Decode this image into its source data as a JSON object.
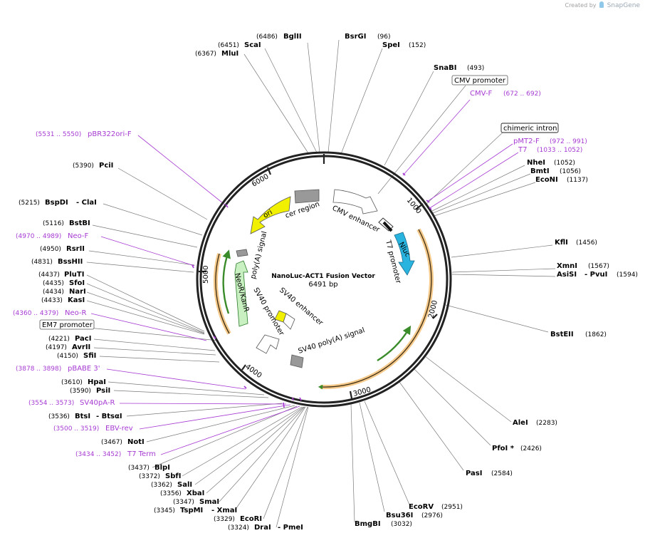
{
  "credit": {
    "prefix": "Created by",
    "brand": "SnapGene"
  },
  "plasmid": {
    "name": "NanoLuc-ACT1 Fusion Vector",
    "length_label": "6491 bp"
  },
  "ticks": [
    "1000",
    "2000",
    "3000",
    "4000",
    "5000",
    "6000"
  ],
  "features": {
    "cmv_enhancer": "CMV enhancer",
    "t7_promoter": "T7 promoter",
    "nluc": "Nluc",
    "sv40_polya": "SV40 poly(A) signal",
    "sv40_enhancer": "SV40 enhancer",
    "sv40_promoter": "SV40 promoter",
    "neor": "NeoR/KanR",
    "polya": "poly(A) signal",
    "ori": "ori",
    "cer": "cer region"
  },
  "boxed": {
    "cmv_promoter": "CMV promoter",
    "chimeric_intron": "chimeric intron",
    "em7_promoter": "EM7 promoter"
  },
  "enzymes": {
    "bglII": {
      "name": "BglII",
      "pos": "(6486)"
    },
    "scaI": {
      "name": "ScaI",
      "pos": "(6451)"
    },
    "mluI": {
      "name": "MluI",
      "pos": "(6367)"
    },
    "bsrGI": {
      "name": "BsrGI",
      "pos": "(96)"
    },
    "speI": {
      "name": "SpeI",
      "pos": "(152)"
    },
    "snaBI": {
      "name": "SnaBI",
      "pos": "(493)"
    },
    "nheI": {
      "name": "NheI",
      "pos": "(1052)"
    },
    "bmtI": {
      "name": "BmtI",
      "pos": "(1056)"
    },
    "ecoNI": {
      "name": "EcoNI",
      "pos": "(1137)"
    },
    "kflI": {
      "name": "KflI",
      "pos": "(1456)"
    },
    "xmnI": {
      "name": "XmnI",
      "pos": "(1567)"
    },
    "asiSI": {
      "name": "AsiSI",
      "sep": "- PvuI",
      "pos": "(1594)"
    },
    "bstEII": {
      "name": "BstEII",
      "pos": "(1862)"
    },
    "aleI": {
      "name": "AleI",
      "pos": "(2283)"
    },
    "pfoI": {
      "name": "PfoI *",
      "pos": "(2426)"
    },
    "pasI": {
      "name": "PasI",
      "pos": "(2584)"
    },
    "ecoRV": {
      "name": "EcoRV",
      "pos": "(2951)"
    },
    "bsu36I": {
      "name": "Bsu36I",
      "pos": "(2976)"
    },
    "bmgBI": {
      "name": "BmgBI",
      "pos": "(3032)"
    },
    "pciI": {
      "name": "PciI",
      "pos": "(5390)"
    },
    "bspDI": {
      "name": "BspDI",
      "sep": "- ClaI",
      "pos": "(5215)"
    },
    "bstBI": {
      "name": "BstBI",
      "pos": "(5116)"
    },
    "rsrII": {
      "name": "RsrII",
      "pos": "(4950)"
    },
    "bssHII": {
      "name": "BssHII",
      "pos": "(4831)"
    },
    "pluTI": {
      "name": "PluTI",
      "pos": "(4437)"
    },
    "sfoI": {
      "name": "SfoI",
      "pos": "(4435)"
    },
    "narI": {
      "name": "NarI",
      "pos": "(4434)"
    },
    "kasI": {
      "name": "KasI",
      "pos": "(4433)"
    },
    "pacI": {
      "name": "PacI",
      "pos": "(4221)"
    },
    "avrII": {
      "name": "AvrII",
      "pos": "(4197)"
    },
    "sfiI": {
      "name": "SfiI",
      "pos": "(4150)"
    },
    "hpaI": {
      "name": "HpaI",
      "pos": "(3610)"
    },
    "psiI": {
      "name": "PsiI",
      "pos": "(3590)"
    },
    "btsI": {
      "name": "BtsI",
      "sep": "- BtsαI",
      "pos": "(3536)"
    },
    "notI": {
      "name": "NotI",
      "pos": "(3467)"
    },
    "blpI": {
      "name": "BlpI",
      "pos": "(3437)"
    },
    "sbfI": {
      "name": "SbfI",
      "pos": "(3372)"
    },
    "salI": {
      "name": "SalI",
      "pos": "(3362)"
    },
    "xbaI": {
      "name": "XbaI",
      "pos": "(3356)"
    },
    "smaI": {
      "name": "SmaI",
      "pos": "(3347)"
    },
    "tspMI": {
      "name": "TspMI",
      "sep": "- XmaI",
      "pos": "(3345)"
    },
    "ecoRI": {
      "name": "EcoRI",
      "pos": "(3329)"
    },
    "draI": {
      "name": "DraI",
      "sep": "- PmeI",
      "pos": "(3324)"
    }
  },
  "primers": {
    "cmvF": {
      "name": "CMV-F",
      "pos": "(672 .. 692)"
    },
    "pmt2F": {
      "name": "pMT2-F",
      "pos": "(972 .. 991)"
    },
    "t7": {
      "name": "T7",
      "pos": "(1033 .. 1052)"
    },
    "pbr322": {
      "name": "pBR322ori-F",
      "pos": "(5531 .. 5550)"
    },
    "neoF": {
      "name": "Neo-F",
      "pos": "(4970 .. 4989)"
    },
    "neoR": {
      "name": "Neo-R",
      "pos": "(4360 .. 4379)"
    },
    "pbabe": {
      "name": "pBABE 3'",
      "pos": "(3878 .. 3898)"
    },
    "sv40paR": {
      "name": "SV40pA-R",
      "pos": "(3554 .. 3573)"
    },
    "ebvRev": {
      "name": "EBV-rev",
      "pos": "(3500 .. 3519)"
    },
    "t7term": {
      "name": "T7 Term",
      "pos": "(3434 .. 3452)"
    }
  },
  "colors": {
    "backbone": "#222222",
    "primer": "#a63ad3",
    "ori": "#f0f000",
    "nluc": "#29b4e0",
    "neor": "#c8f0c0",
    "misc": "#999999",
    "orf_outline": "#e8a64a"
  }
}
